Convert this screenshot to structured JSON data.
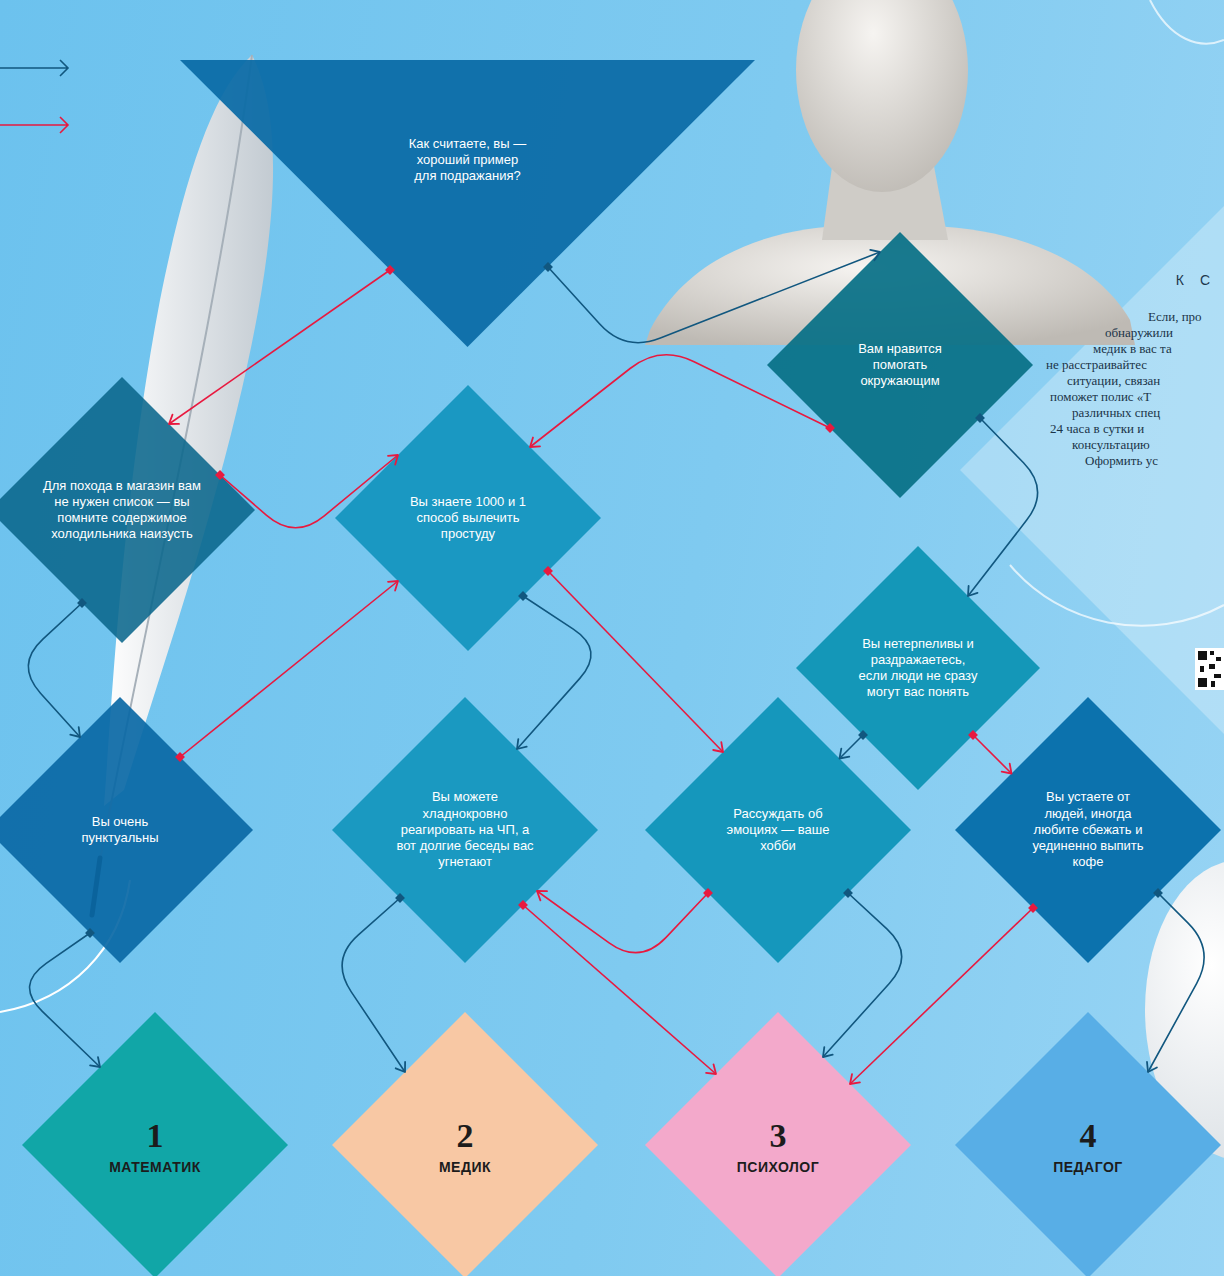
{
  "diagram": {
    "nodes": [
      {
        "text": [
          "Как считаете, вы — хороший пример для подражания?"
        ]
      },
      {
        "text": [
          "Вам нравится помогать окружающим"
        ]
      },
      {
        "text": [
          "Для похода в магазин вам не нужен список — вы помните содержимое холодильника наизусть"
        ]
      },
      {
        "text": [
          "Вы знаете 1000 и 1 способ вылечить простуду"
        ]
      },
      {
        "text": [
          "Вы нетерпеливы и раздражаетесь, если люди не сразу могут вас понять"
        ]
      },
      {
        "text": [
          "Вы очень пунктуальны"
        ]
      },
      {
        "text": [
          "Вы можете хладнокровно реагировать на ЧП, а вот долгие беседы вас угнетают"
        ]
      },
      {
        "text": [
          "Рассуждать об эмоциях — ваше хобби"
        ]
      },
      {
        "text": [
          "Вы устаете от людей, иногда любите сбежать и уединенно выпить кофе"
        ]
      },
      {
        "text": [
          "1",
          "МАТЕМАТИК"
        ]
      },
      {
        "text": [
          "2",
          "МЕДИК"
        ]
      },
      {
        "text": [
          "3",
          "ПСИХОЛОГ"
        ]
      },
      {
        "text": [
          "4",
          "ПЕДАГОГ"
        ]
      }
    ],
    "edges": [
      {
        "from": 0,
        "to": 2,
        "arrow": "to"
      },
      {
        "from": 0,
        "to": 1,
        "arrow": "to"
      },
      {
        "from": 1,
        "to": 3,
        "arrow": "to"
      },
      {
        "from": 1,
        "to": 4,
        "arrow": "to"
      },
      {
        "from": 2,
        "to": 3,
        "arrow": "to"
      },
      {
        "from": 2,
        "to": 5,
        "arrow": "to"
      },
      {
        "from": 5,
        "to": 3,
        "arrow": "to"
      },
      {
        "from": 5,
        "to": 9,
        "arrow": "to"
      },
      {
        "from": 3,
        "to": 6,
        "arrow": "to"
      },
      {
        "from": 3,
        "to": 7,
        "arrow": "to"
      },
      {
        "from": 4,
        "to": 7,
        "arrow": "to"
      },
      {
        "from": 4,
        "to": 8,
        "arrow": "to"
      },
      {
        "from": 7,
        "to": 6,
        "arrow": "to"
      },
      {
        "from": 6,
        "to": 11,
        "arrow": "to"
      },
      {
        "from": 7,
        "to": 11,
        "arrow": "to"
      },
      {
        "from": 8,
        "to": 11,
        "arrow": "to"
      },
      {
        "from": 6,
        "to": 10,
        "arrow": "to"
      },
      {
        "from": 8,
        "to": 12,
        "arrow": "to"
      }
    ],
    "labels": [
      "К С",
      "Если, про",
      "обнаружили",
      "медик в вас та",
      "не расстраивайтес",
      "ситуации, связан",
      "поможет полис «Т",
      "различных спец",
      "24 часа в сутки и",
      "консультацию",
      "Оформить ус"
    ]
  }
}
